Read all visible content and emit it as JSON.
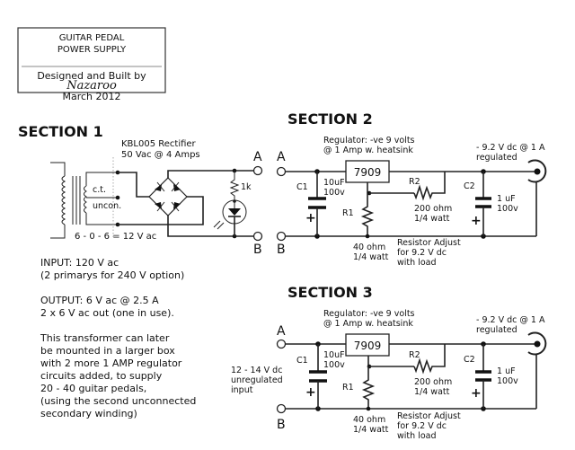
{
  "title_block": {
    "line1": "GUITAR PEDAL",
    "line2": "POWER SUPPLY",
    "designed": "Designed and Built by",
    "author": "Nazaroo",
    "date": "March 2012"
  },
  "section1": {
    "title": "SECTION 1",
    "rectifier_line1": "KBL005 Rectifier",
    "rectifier_line2": "50 Vac @ 4 Amps",
    "ct_label": "c.t.",
    "uncon_label": "uncon.",
    "secondary_label": "6 - 0 - 6 = 12 V ac",
    "resistor_label": "1k",
    "terminal_a": "A",
    "terminal_b": "B",
    "notes": [
      "INPUT:  120 V ac",
      "(2 primarys for 240 V option)",
      "",
      "OUTPUT: 6 V ac @ 2.5 A",
      "2 x 6 V ac out (one in use).",
      "",
      "This transformer can later",
      "be mounted in a larger box",
      "with 2 more 1 AMP regulator",
      "circuits added, to supply",
      "20 - 40 guitar pedals,",
      "(using the second unconnected",
      "secondary winding)"
    ]
  },
  "section2": {
    "title": "SECTION 2",
    "regulator_line1": "Regulator:   -ve 9 volts",
    "regulator_line2": "@ 1 Amp w. heatsink",
    "regulator_part": "7909",
    "c1_label": "C1",
    "c1_value1": "10uF",
    "c1_value2": "100v",
    "r1_label": "R1",
    "r1_value1": "40 ohm",
    "r1_value2": "1/4 watt",
    "r2_label": "R2",
    "r2_value1": "200 ohm",
    "r2_value2": "1/4 watt",
    "adjust_line1": "Resistor Adjust",
    "adjust_line2": "for 9.2 V dc",
    "adjust_line3": "with load",
    "c2_label": "C2",
    "c2_value1": "1 uF",
    "c2_value2": "100v",
    "output_line1": "- 9.2   V dc  @ 1 A",
    "output_line2": "regulated",
    "terminal_a": "A",
    "terminal_b": "B"
  },
  "section3": {
    "title": "SECTION 3",
    "regulator_line1": "Regulator:   -ve 9 volts",
    "regulator_line2": "@ 1 Amp w. heatsink",
    "regulator_part": "7909",
    "input_line1": "12 - 14 V dc",
    "input_line2": "unregulated",
    "input_line3": "input",
    "c1_label": "C1",
    "c1_value1": "10uF",
    "c1_value2": "100v",
    "r1_label": "R1",
    "r1_value1": "40 ohm",
    "r1_value2": "1/4 watt",
    "r2_label": "R2",
    "r2_value1": "200 ohm",
    "r2_value2": "1/4 watt",
    "adjust_line1": "Resistor Adjust",
    "adjust_line2": "for 9.2 V dc",
    "adjust_line3": "with load",
    "c2_label": "C2",
    "c2_value1": "1 uF",
    "c2_value2": "100v",
    "output_line1": "- 9.2   V dc  @ 1 A",
    "output_line2": "regulated",
    "terminal_a": "A",
    "terminal_b": "B"
  }
}
